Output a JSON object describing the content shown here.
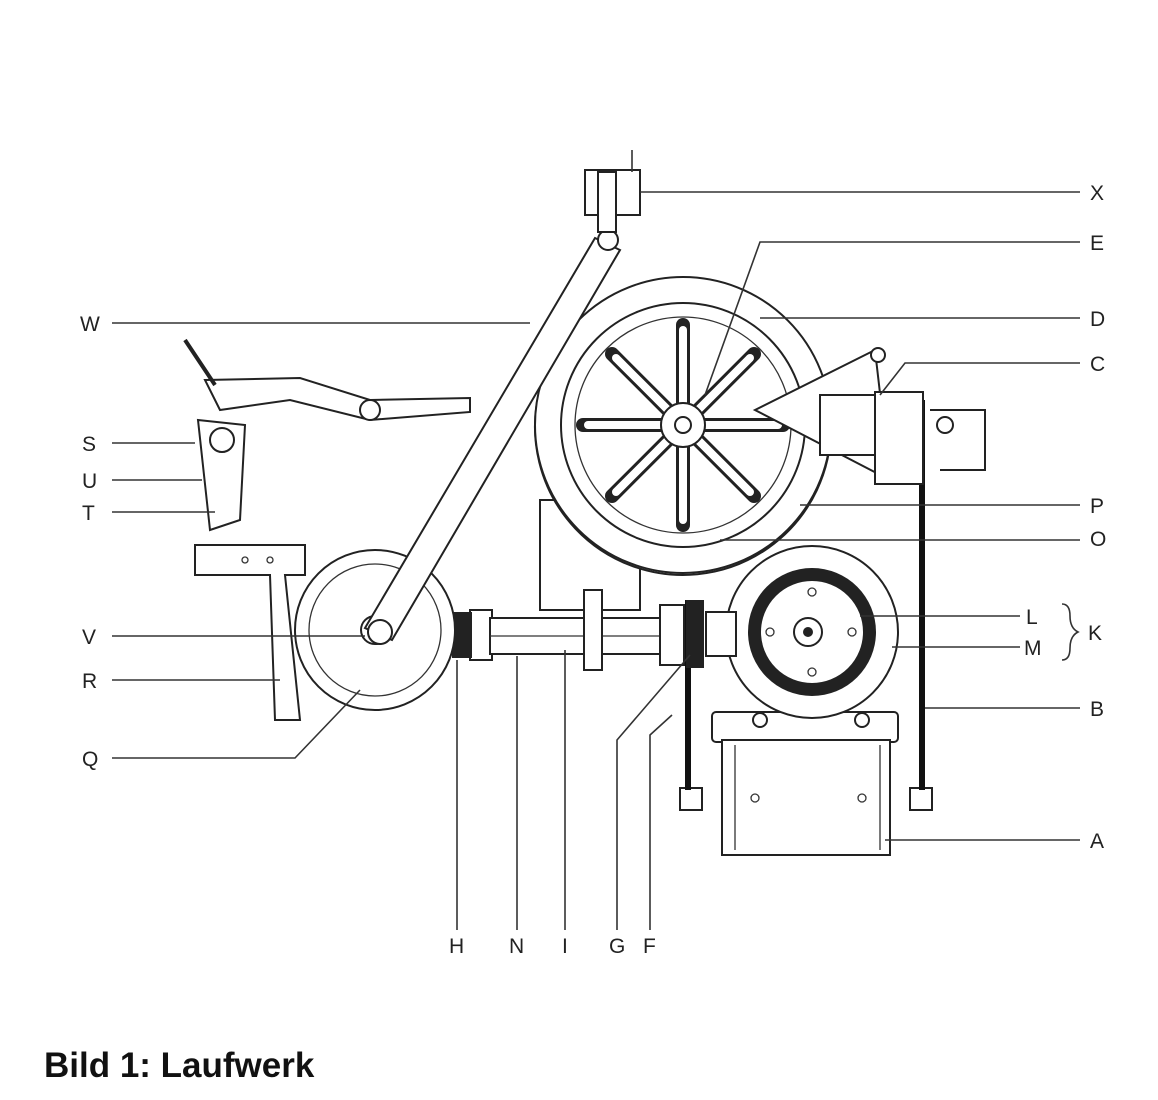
{
  "caption": "Bild 1: Laufwerk",
  "labels": {
    "X": "X",
    "E": "E",
    "D": "D",
    "C": "C",
    "P": "P",
    "O": "O",
    "L": "L",
    "M": "M",
    "K": "K",
    "B": "B",
    "A": "A",
    "W": "W",
    "S": "S",
    "U": "U",
    "T": "T",
    "V": "V",
    "R": "R",
    "Q": "Q",
    "H": "H",
    "N": "N",
    "I": "I",
    "G": "G",
    "F": "F"
  }
}
